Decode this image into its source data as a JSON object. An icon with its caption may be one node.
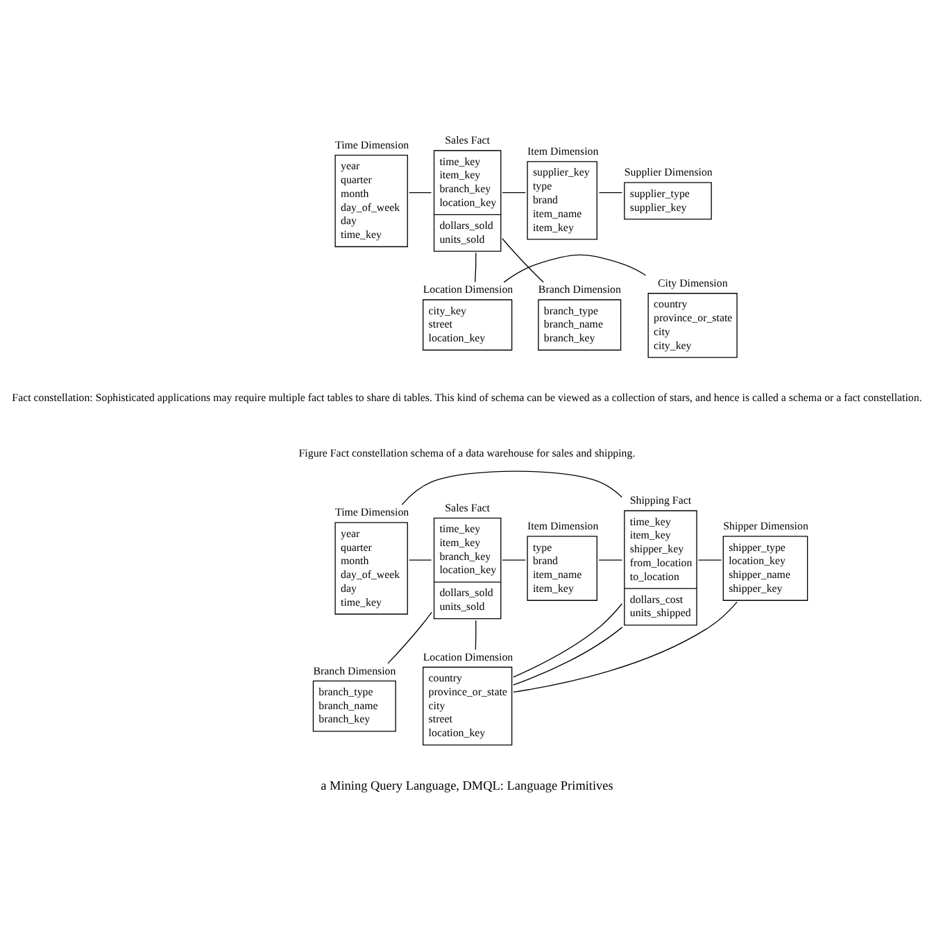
{
  "diagram": {
    "nodes": [
      {
        "text": [
          "Time Dimension",
          "year",
          "quarter",
          "month",
          "day_of_week",
          "day",
          "time_key"
        ]
      },
      {
        "text": [
          "Sales Fact",
          "time_key",
          "item_key",
          "branch_key",
          "location_key",
          "dollars_sold",
          "units_sold"
        ]
      },
      {
        "text": [
          "Item Dimension",
          "supplier_key",
          "type",
          "brand",
          "item_name",
          "item_key"
        ]
      },
      {
        "text": [
          "Supplier Dimension",
          "supplier_type",
          "supplier_key"
        ]
      },
      {
        "text": [
          "Branch Dimension",
          "branch_type",
          "branch_name",
          "branch_key"
        ]
      },
      {
        "text": [
          "Location Dimension",
          "city_key",
          "street",
          "location_key"
        ]
      },
      {
        "text": [
          "City Dimension",
          "country",
          "province_or_state",
          "city",
          "city_key"
        ]
      },
      {
        "text": [
          "Time Dimension",
          "year",
          "quarter",
          "month",
          "day_of_week",
          "day",
          "time_key"
        ]
      },
      {
        "text": [
          "Sales Fact",
          "time_key",
          "item_key",
          "branch_key",
          "location_key",
          "dollars_sold",
          "units_sold"
        ]
      },
      {
        "text": [
          "Item Dimension",
          "type",
          "brand",
          "item_name",
          "item_key"
        ]
      },
      {
        "text": [
          "Shipping Fact",
          "time_key",
          "item_key",
          "shipper_key",
          "from_location",
          "to_location",
          "dollars_cost",
          "units_shipped"
        ]
      },
      {
        "text": [
          "Shipper Dimension",
          "shipper_type",
          "location_key",
          "shipper_name",
          "shipper_key"
        ]
      },
      {
        "text": [
          "Branch Dimension",
          "branch_type",
          "branch_name",
          "branch_key"
        ]
      },
      {
        "text": [
          "Location Dimension",
          "country",
          "province_or_state",
          "city",
          "street",
          "location_key"
        ]
      }
    ],
    "edges": [
      {
        "from": 0,
        "to": 1,
        "arrow": "none"
      },
      {
        "from": 4,
        "to": 1,
        "arrow": "none"
      },
      {
        "from": 1,
        "to": 2,
        "arrow": "none"
      },
      {
        "from": 2,
        "to": 3,
        "arrow": "none"
      },
      {
        "from": 1,
        "to": 5,
        "arrow": "none"
      },
      {
        "from": 5,
        "to": 6,
        "arrow": "none"
      },
      {
        "from": 7,
        "to": 8,
        "arrow": "none"
      },
      {
        "from": 7,
        "to": 10,
        "arrow": "none"
      },
      {
        "from": 12,
        "to": 8,
        "arrow": "none"
      },
      {
        "from": 8,
        "to": 9,
        "arrow": "none"
      },
      {
        "from": 8,
        "to": 13,
        "arrow": "none"
      },
      {
        "from": 9,
        "to": 10,
        "arrow": "none"
      },
      {
        "from": 10,
        "to": 13,
        "arrow": "none"
      },
      {
        "from": 10,
        "to": 13,
        "arrow": "none"
      },
      {
        "from": 10,
        "to": 11,
        "arrow": "none"
      },
      {
        "from": 11,
        "to": 13,
        "arrow": "none"
      }
    ],
    "labels": [
      "Fact constellation: Sophisticated applications may require multiple fact tables to share di tables. This kind of schema can be viewed as a collection of stars, and hence is called a schema or a fact constellation.",
      "Figure Fact constellation schema of a data warehouse for sales and shipping.",
      "a Mining Query Language, DMQL: Language Primitives"
    ]
  }
}
